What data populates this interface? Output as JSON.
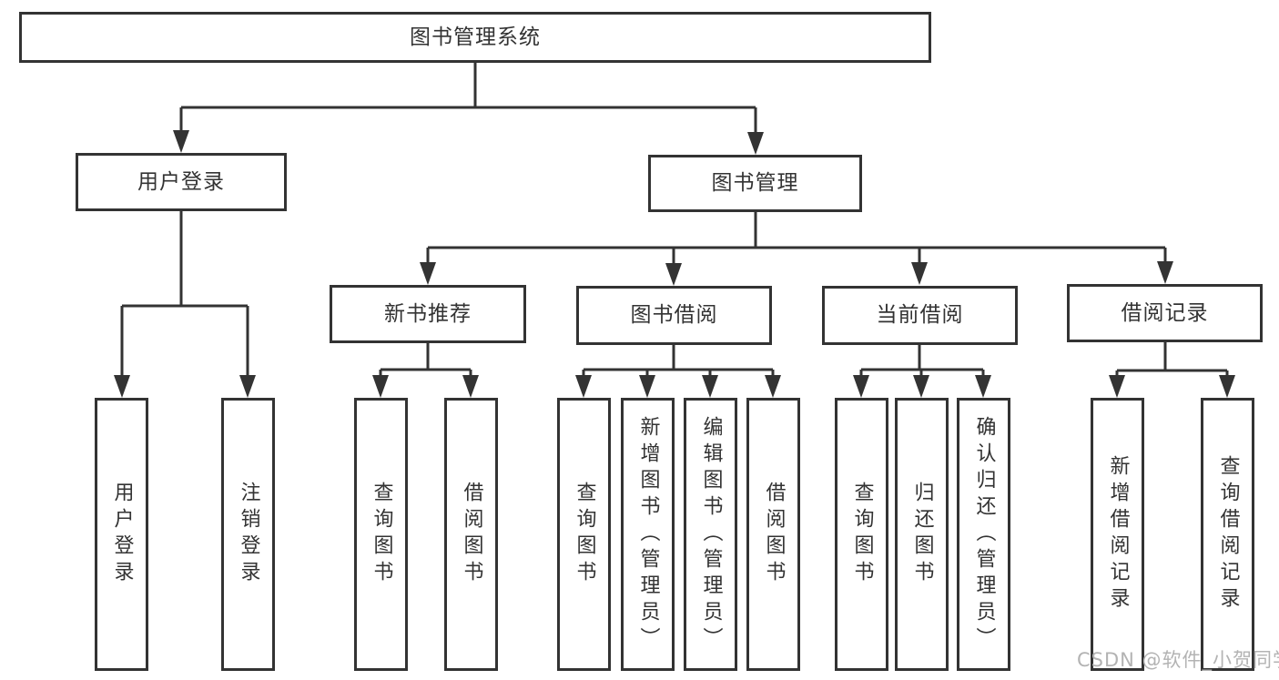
{
  "diagram": {
    "title": "图书管理系统",
    "tree": {
      "root": {
        "label": "图书管理系统"
      },
      "branches": [
        {
          "label": "用户登录",
          "children": [
            {
              "label": "用户登录"
            },
            {
              "label": "注销登录"
            }
          ]
        },
        {
          "label": "图书管理",
          "children": [
            {
              "label": "新书推荐",
              "children": [
                {
                  "label": "查询图书"
                },
                {
                  "label": "借阅图书"
                }
              ]
            },
            {
              "label": "图书借阅",
              "children": [
                {
                  "label": "查询图书"
                },
                {
                  "label": "新增图书（管理员）"
                },
                {
                  "label": "编辑图书（管理员）"
                },
                {
                  "label": "借阅图书"
                }
              ]
            },
            {
              "label": "当前借阅",
              "children": [
                {
                  "label": "查询图书"
                },
                {
                  "label": "归还图书"
                },
                {
                  "label": "确认归还（管理员）"
                }
              ]
            },
            {
              "label": "借阅记录",
              "children": [
                {
                  "label": "新增借阅记录"
                },
                {
                  "label": "查询借阅记录"
                }
              ]
            }
          ]
        }
      ]
    },
    "colors": {
      "line": "#333333",
      "box_border": "#333333",
      "text": "#333333",
      "background": "#ffffff",
      "watermark": "#b3b3b3"
    }
  },
  "watermark": {
    "text": "CSDN @软件_小贺同学"
  }
}
